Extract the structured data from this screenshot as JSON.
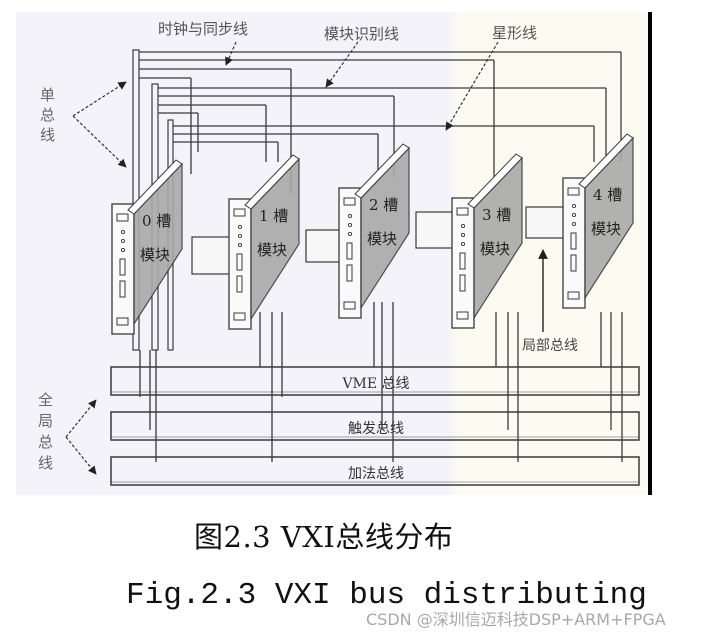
{
  "figure": {
    "top_labels": {
      "clock_sync": "时钟与同步线",
      "module_id": "模块识别线",
      "star": "星形线"
    },
    "left_labels": {
      "local_single_bus": "单总线",
      "global_bus": "全局总线"
    },
    "local_bus_label": "局部总线",
    "modules": [
      {
        "slot": "0",
        "line1": "0 槽",
        "line2": "模块"
      },
      {
        "slot": "1",
        "line1": "1 槽",
        "line2": "模块"
      },
      {
        "slot": "2",
        "line1": "2 槽",
        "line2": "模块"
      },
      {
        "slot": "3",
        "line1": "3 槽",
        "line2": "模块"
      },
      {
        "slot": "4",
        "line1": "4 槽",
        "line2": "模块"
      }
    ],
    "buses": [
      {
        "label": "VME 总线"
      },
      {
        "label": "触发总线"
      },
      {
        "label": "加法总线"
      }
    ],
    "colors": {
      "bg_left": "#f3f3f9",
      "bg_right": "#fbfbf2",
      "ink": "#3a3a3a",
      "board_fill": "#a9a9a9",
      "border_right": "#000000"
    }
  },
  "captions": {
    "chinese": "图2.3 VXI总线分布",
    "english": "Fig.2.3 VXI bus distributing"
  },
  "watermark": "CSDN @深圳信迈科技DSP+ARM+FPGA"
}
